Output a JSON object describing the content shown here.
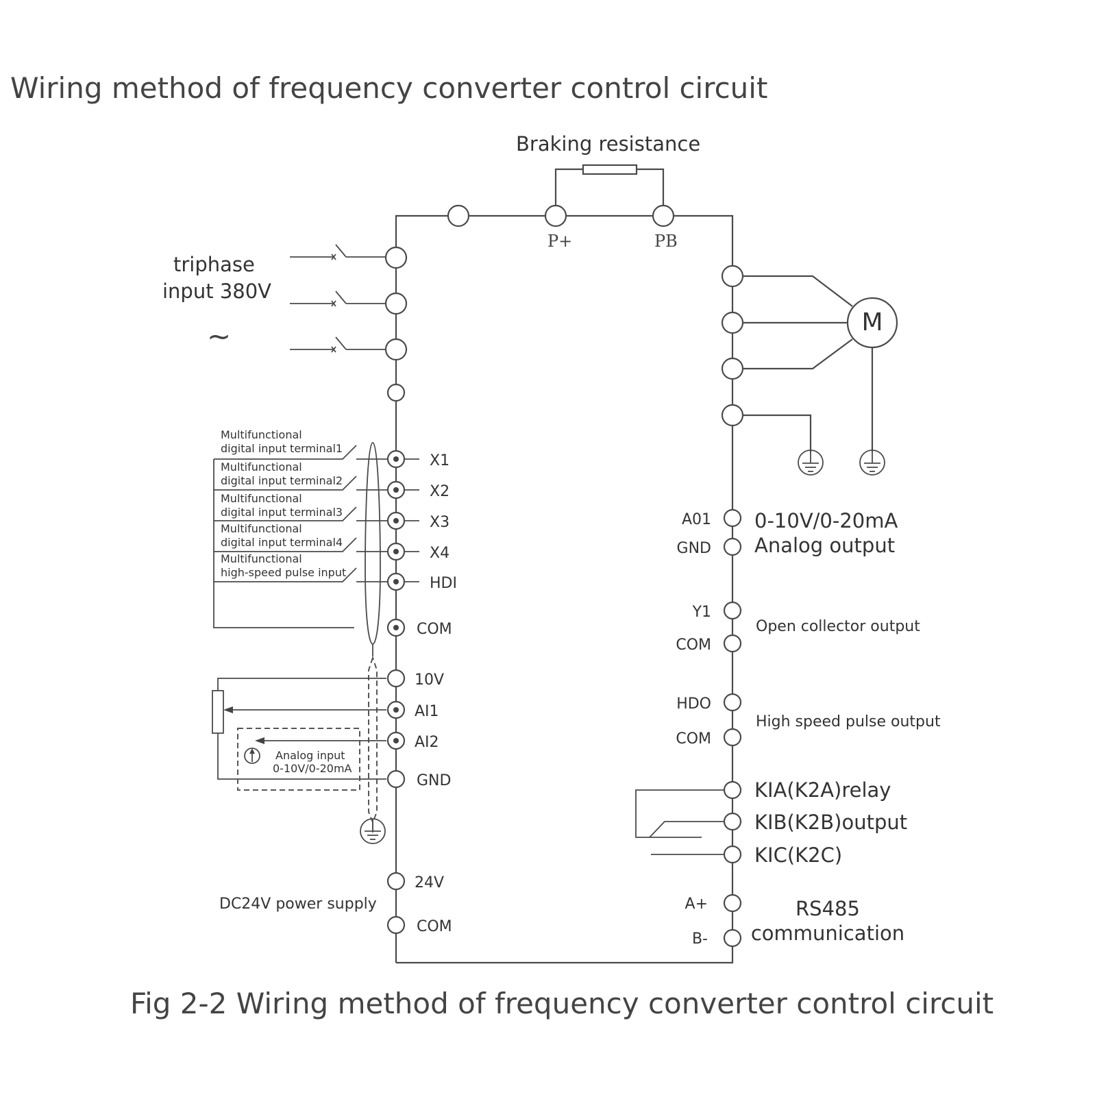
{
  "title": "Wiring method of frequency converter control circuit",
  "caption": "Fig 2-2  Wiring method of frequency converter control circuit",
  "braking": {
    "label": "Braking resistance",
    "terminals": [
      "P+",
      "PB"
    ]
  },
  "power_input": {
    "line1": "triphase",
    "line2": "input 380V",
    "ac_symbol": "~"
  },
  "digital_inputs": [
    {
      "desc1": "Multifunctional",
      "desc2": "digital input terminal1",
      "terminal": "X1"
    },
    {
      "desc1": "Multifunctional",
      "desc2": "digital input terminal2",
      "terminal": "X2"
    },
    {
      "desc1": "Multifunctional",
      "desc2": "digital input terminal3",
      "terminal": "X3"
    },
    {
      "desc1": "Multifunctional",
      "desc2": "digital input terminal4",
      "terminal": "X4"
    },
    {
      "desc1": "Multifunctional",
      "desc2": "high-speed pulse input",
      "terminal": "HDI"
    }
  ],
  "digital_com": "COM",
  "analog_inputs": {
    "terminals": [
      "10V",
      "AI1",
      "AI2",
      "GND"
    ],
    "box_line1": "Analog input",
    "box_line2": "0-10V/0-20mA"
  },
  "dc_supply": {
    "label": "DC24V power supply",
    "terminals": [
      "24V",
      "COM"
    ]
  },
  "motor": {
    "label": "M"
  },
  "outputs": {
    "analog": {
      "terminals": [
        "A01",
        "GND"
      ],
      "line1": "0-10V/0-20mA",
      "line2": "Analog output"
    },
    "open_collector": {
      "terminals": [
        "Y1",
        "COM"
      ],
      "label": "Open collector output"
    },
    "pulse": {
      "terminals": [
        "HDO",
        "COM"
      ],
      "label": "High speed pulse output"
    },
    "relay": {
      "labels": [
        "KIA(K2A)relay",
        "KIB(K2B)output",
        "KIC(K2C)"
      ]
    },
    "rs485": {
      "terminals": [
        "A+",
        "B-"
      ],
      "line1": "RS485",
      "line2": "communication"
    }
  }
}
